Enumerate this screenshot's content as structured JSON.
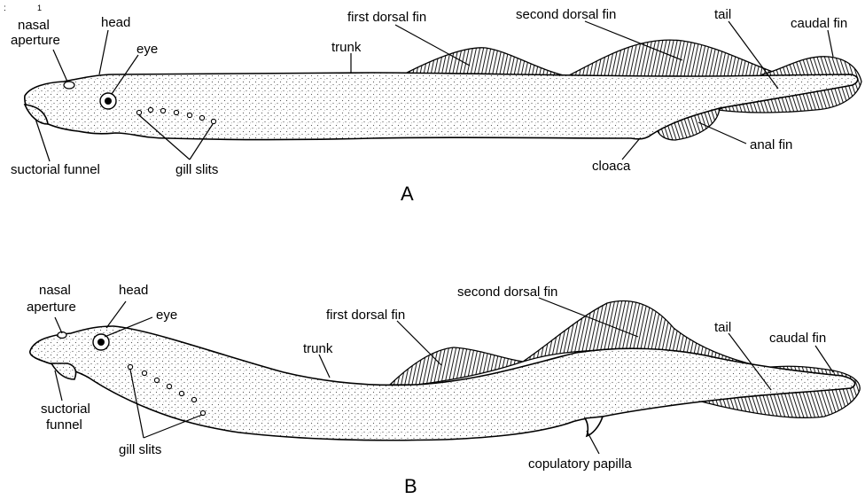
{
  "marks": {
    "corner_a": ":",
    "corner_b": "1"
  },
  "diagram_a": {
    "panel_label": "A",
    "labels": {
      "nasal_aperture_1": "nasal",
      "nasal_aperture_2": "aperture",
      "head": "head",
      "eye": "eye",
      "first_dorsal_fin": "first dorsal fin",
      "trunk": "trunk",
      "second_dorsal_fin": "second dorsal fin",
      "tail": "tail",
      "caudal_fin": "caudal fin",
      "anal_fin": "anal fin",
      "cloaca": "cloaca",
      "gill_slits": "gill slits",
      "suctorial_funnel": "suctorial funnel"
    }
  },
  "diagram_b": {
    "panel_label": "B",
    "labels": {
      "nasal_aperture_1": "nasal",
      "nasal_aperture_2": "aperture",
      "head": "head",
      "eye": "eye",
      "second_dorsal_fin": "second dorsal fin",
      "first_dorsal_fin": "first dorsal fin",
      "trunk": "trunk",
      "tail": "tail",
      "caudal_fin": "caudal fin",
      "suctorial_funnel_1": "suctorial",
      "suctorial_funnel_2": "funnel",
      "gill_slits": "gill slits",
      "copulatory_papilla": "copulatory papilla"
    }
  }
}
